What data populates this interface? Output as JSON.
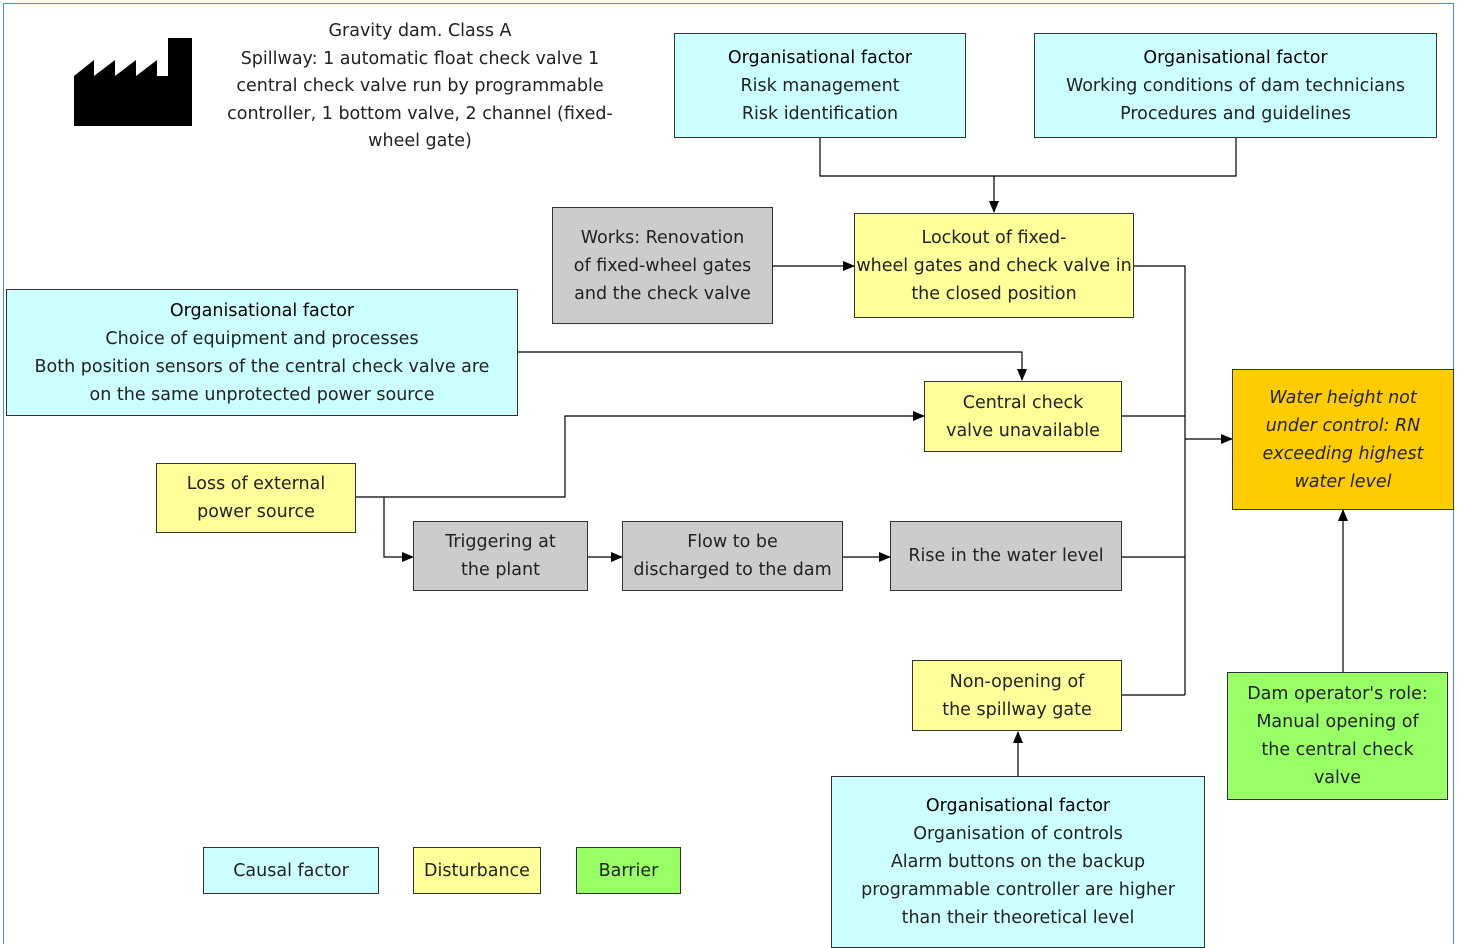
{
  "info": {
    "lines": [
      "Gravity dam. Class A",
      "Spillway: 1 automatic float check valve 1",
      "central check valve run by programmable",
      "controller, 1 bottom valve, 2 channel (fixed-",
      "wheel gate)"
    ],
    "icon": "factory-icon"
  },
  "org_risk": {
    "heading": "Organisational factor",
    "lines": [
      "Risk management",
      "Risk identification"
    ]
  },
  "org_work": {
    "heading": "Organisational factor",
    "lines": [
      "Working conditions of dam technicians",
      "Procedures and guidelines"
    ]
  },
  "works": {
    "lines": [
      "Works: Renovation",
      "of fixed-wheel gates",
      "and the check valve"
    ]
  },
  "lockout": {
    "lines": [
      "Lockout of fixed-",
      "wheel gates and check valve in",
      "the closed position"
    ]
  },
  "org_choice": {
    "heading": "Organisational factor",
    "lines": [
      "Choice of equipment and processes",
      "Both position sensors of the central check valve are",
      "on the same unprotected power source"
    ]
  },
  "central": {
    "lines": [
      "Central check",
      "valve unavailable"
    ]
  },
  "loss": {
    "lines": [
      "Loss of external",
      "power source"
    ]
  },
  "trigger": {
    "lines": [
      "Triggering at",
      "the plant"
    ]
  },
  "flow": {
    "lines": [
      "Flow to be",
      "discharged to the dam"
    ]
  },
  "rise": {
    "lines": [
      "Rise in the water level"
    ]
  },
  "nonopen": {
    "lines": [
      "Non-opening of",
      "the spillway gate"
    ]
  },
  "org_controls": {
    "heading": "Organisational factor",
    "lines": [
      "Organisation of controls",
      "Alarm buttons on the backup",
      "programmable controller are higher",
      "than their theoretical level"
    ]
  },
  "top_event": {
    "lines": [
      "Water height not",
      "under control: RN",
      "exceeding highest",
      "water level"
    ]
  },
  "barrier": {
    "lines": [
      "Dam operator's role:",
      "Manual opening of",
      "the central check",
      "valve"
    ]
  },
  "legend": {
    "causal": "Causal factor",
    "disturbance": "Disturbance",
    "barrier": "Barrier"
  },
  "colors": {
    "causal": "#ccffff",
    "disturbance": "#ffff99",
    "event": "#cccccc",
    "barrier": "#99ff66",
    "top_event": "#ffcc00",
    "frame": "#4a90c8"
  }
}
